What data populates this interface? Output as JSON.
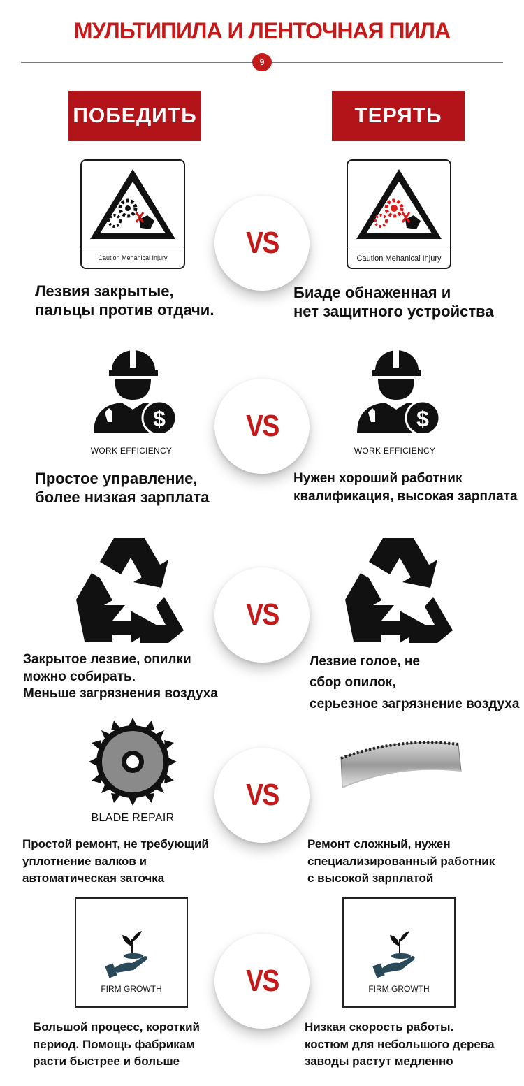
{
  "title": "МУЛЬТИПИЛА И ЛЕНТОЧНАЯ ПИЛА",
  "badge": "9",
  "headers": {
    "win": "ПОБЕДИТЬ",
    "lose": "ТЕРЯТЬ"
  },
  "vs": "VS",
  "rows": [
    {
      "left_caption": "Caution Mehanical Injury",
      "right_caption": "Caution Mehanical Injury",
      "left_text": [
        "Лезвия закрытые,",
        "пальцы против отдачи."
      ],
      "right_text": [
        "Биаде обнаженная и",
        "нет защитного устройства"
      ]
    },
    {
      "left_caption": "WORK EFFICIENCY",
      "right_caption": "WORK EFFICIENCY",
      "left_text": [
        "Простое управление,",
        "более низкая зарплата"
      ],
      "right_text": [
        "Нужен хороший работник",
        "квалификация, высокая зарплата"
      ]
    },
    {
      "left_text": [
        "Закрытое лезвие, опилки",
        "можно собирать.",
        "Меньше загрязнения воздуха"
      ],
      "right_text": [
        "Лезвие голое, не",
        "сбор опилок,",
        "серьезное загрязнение воздуха"
      ]
    },
    {
      "left_caption": "BLADE REPAIR",
      "left_text": [
        "Простой ремонт, не требующий",
        "уплотнение валков и",
        "автоматическая заточка"
      ],
      "right_text": [
        "Ремонт сложный, нужен",
        "специализированный работник",
        "с высокой зарплатой"
      ]
    },
    {
      "left_caption": "FIRM GROWTH",
      "right_caption": "FIRM GROWTH",
      "left_text": [
        "Большой процесс, короткий",
        "период. Помощь фабрикам",
        "расти быстрее и больше"
      ],
      "right_text": [
        "Низкая скорость работы.",
        "костюм для небольшого дерева",
        "заводы растут медленно"
      ]
    }
  ],
  "colors": {
    "accent": "#c41a1a",
    "header_bg": "#b2141a"
  },
  "icons": [
    "caution-sign-icon",
    "worker-dollar-icon",
    "recycle-icon",
    "saw-blade-icon",
    "band-saw-icon",
    "hand-plant-icon"
  ]
}
